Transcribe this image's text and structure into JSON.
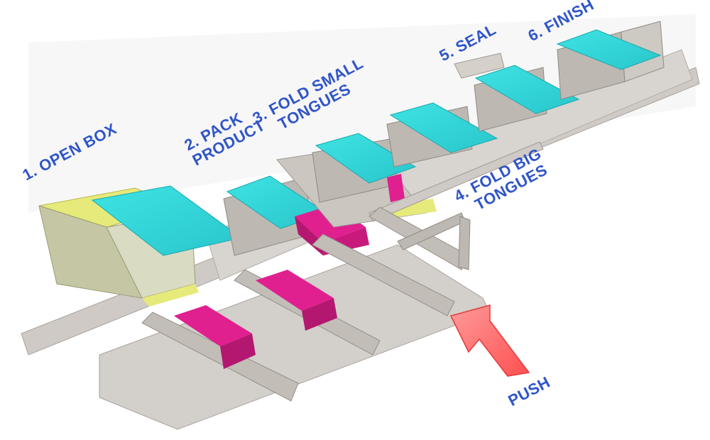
{
  "steps": [
    {
      "lines": [
        "1. OPEN BOX"
      ]
    },
    {
      "lines": [
        "2. PACK",
        "PRODUCT"
      ]
    },
    {
      "lines": [
        "3. FOLD SMALL",
        "TONGUES"
      ]
    },
    {
      "lines": [
        "4. FOLD BIG",
        "TONGUES"
      ]
    },
    {
      "lines": [
        "5. SEAL"
      ]
    },
    {
      "lines": [
        "6. FINISH"
      ]
    }
  ],
  "push_label": "PUSH",
  "colors": {
    "label": "#2f55c8",
    "box_top": "#33d6d9",
    "product": "#e0208f",
    "frame": "#c9c6c2",
    "frame_dark": "#a9a5a0",
    "arrow": "#ff6666",
    "yellow_flap": "#e6ea7a"
  },
  "icons": {
    "push_arrow": "push-arrow-icon"
  }
}
